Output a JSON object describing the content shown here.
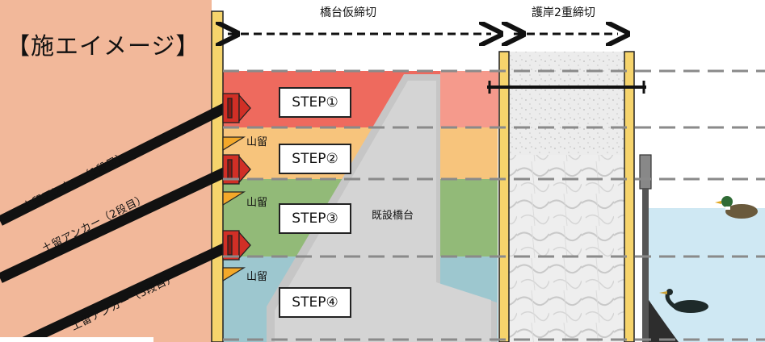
{
  "title": "【施エイメージ】",
  "dimensions": {
    "abutment_cofferdam": "橋台仮締切",
    "revetment_double_cofferdam": "護岸2重締切"
  },
  "steps": [
    "STEP①",
    "STEP②",
    "STEP③",
    "STEP④"
  ],
  "labels": {
    "existing_abutment": "既設橋台",
    "shoring": "山留"
  },
  "anchors": [
    "土留アンカー（1段目）",
    "土留アンカー（2段目）",
    "土留アンカー（3段目）"
  ],
  "colors": {
    "soil": "#f2b89a",
    "step1": "#ee6a5e",
    "step2": "#f7c47c",
    "step3": "#92ba78",
    "step4": "#9dc7cf",
    "water": "#cfe8f3",
    "abutment": "#c8c8c8",
    "sheet_pile": "#f6d46c"
  }
}
